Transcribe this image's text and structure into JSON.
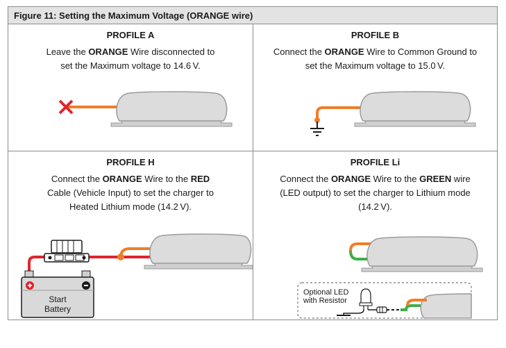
{
  "figure": {
    "title": "Figure 11:  Setting the Maximum Voltage (ORANGE wire)"
  },
  "profile_a": {
    "title": "PROFILE A",
    "line1_pre": "Leave the ",
    "line1_bold": "ORANGE",
    "line1_post": " Wire disconnected to",
    "line2": "set the Maximum voltage to 14.6 V."
  },
  "profile_b": {
    "title": "PROFILE B",
    "line1_pre": "Connect the ",
    "line1_bold": "ORANGE",
    "line1_post": " Wire to Common Ground to",
    "line2": "set the Maximum voltage to 15.0 V."
  },
  "profile_h": {
    "title": "PROFILE H",
    "line1_pre": "Connect the ",
    "line1_bold": "ORANGE",
    "line1_mid": " Wire to the ",
    "line1_bold2": "RED",
    "line2": "Cable (Vehicle Input) to set the charger to",
    "line3": "Heated Lithium mode (14.2 V).",
    "battery_label_1": "Start",
    "battery_label_2": "Battery"
  },
  "profile_li": {
    "title": "PROFILE Li",
    "line1_pre": "Connect the ",
    "line1_bold": "ORANGE",
    "line1_mid": " Wire to the ",
    "line1_bold2": "GREEN",
    "line1_post": " wire",
    "line2": "(LED output) to set the charger to Lithium mode",
    "line3": "(14.2 V).",
    "led_label_1": "Optional LED",
    "led_label_2": "with Resistor"
  },
  "colors": {
    "orange_wire": "#ee7d2a",
    "red_wire": "#e0242b",
    "green_wire": "#3fae49",
    "charger_fill": "#dcdcdc",
    "charger_stroke": "#9a9a9a",
    "x_mark": "#e0242b"
  }
}
